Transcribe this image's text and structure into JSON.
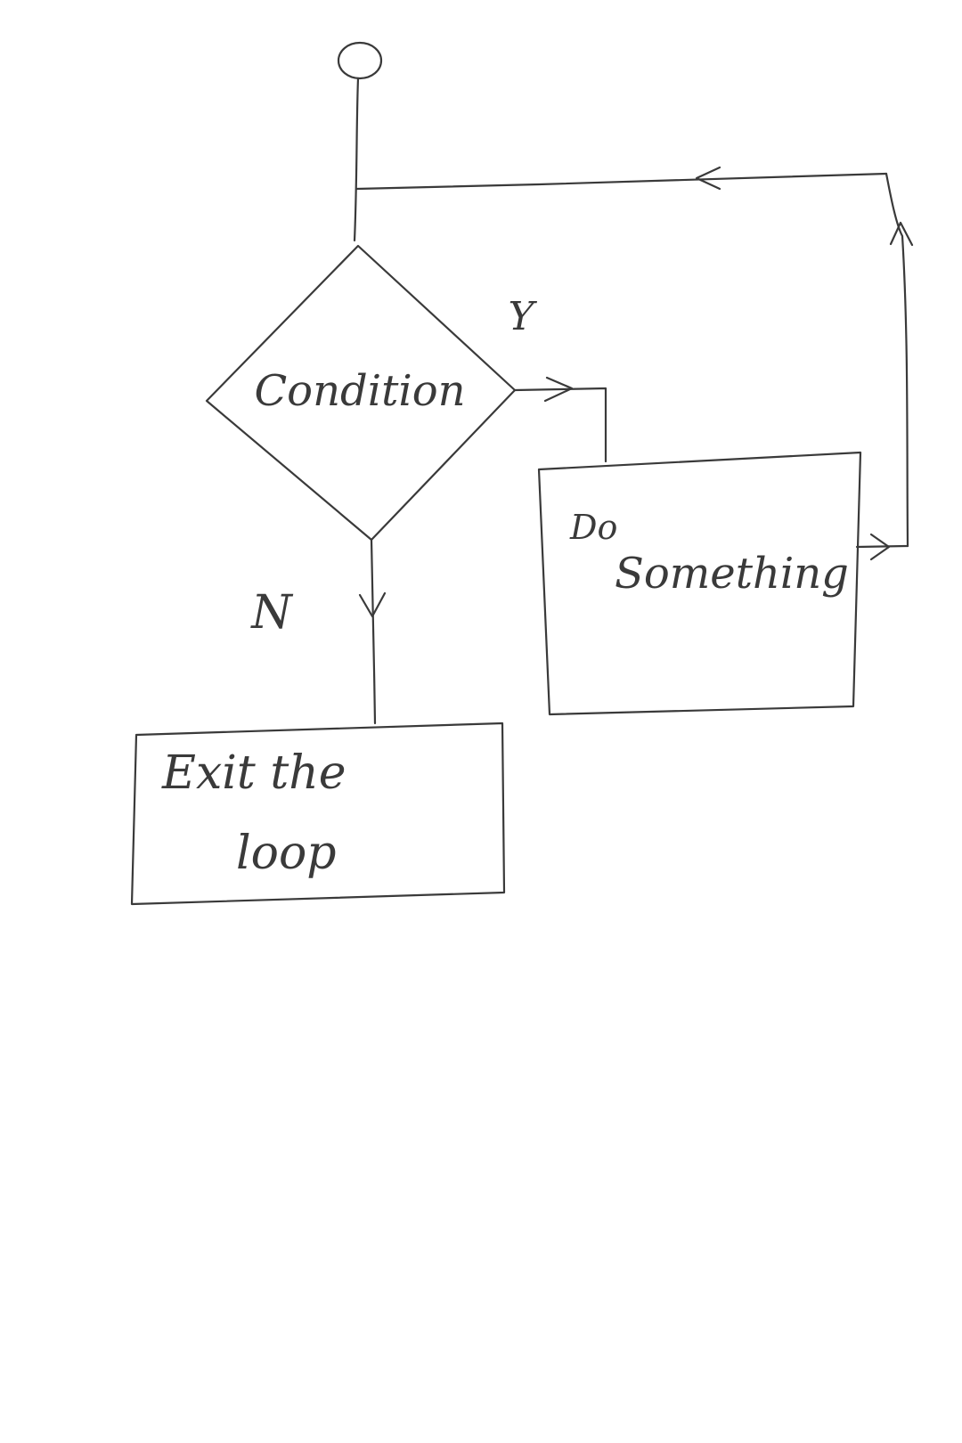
{
  "diagram": {
    "nodes": {
      "start": {
        "shape": "circle"
      },
      "condition": {
        "shape": "diamond",
        "label": "Condition"
      },
      "do_something": {
        "shape": "rectangle",
        "label_line1": "Do",
        "label_line2": "Something"
      },
      "exit": {
        "shape": "rectangle",
        "label_line1": "Exit the",
        "label_line2": "loop"
      }
    },
    "edges": [
      {
        "from": "start",
        "to": "condition",
        "label": ""
      },
      {
        "from": "condition",
        "to": "do_something",
        "label": "Y"
      },
      {
        "from": "condition",
        "to": "exit",
        "label": "N"
      },
      {
        "from": "do_something",
        "to": "condition",
        "label": ""
      }
    ],
    "ink_color": "#3a3a3a",
    "background": "#ffffff"
  }
}
